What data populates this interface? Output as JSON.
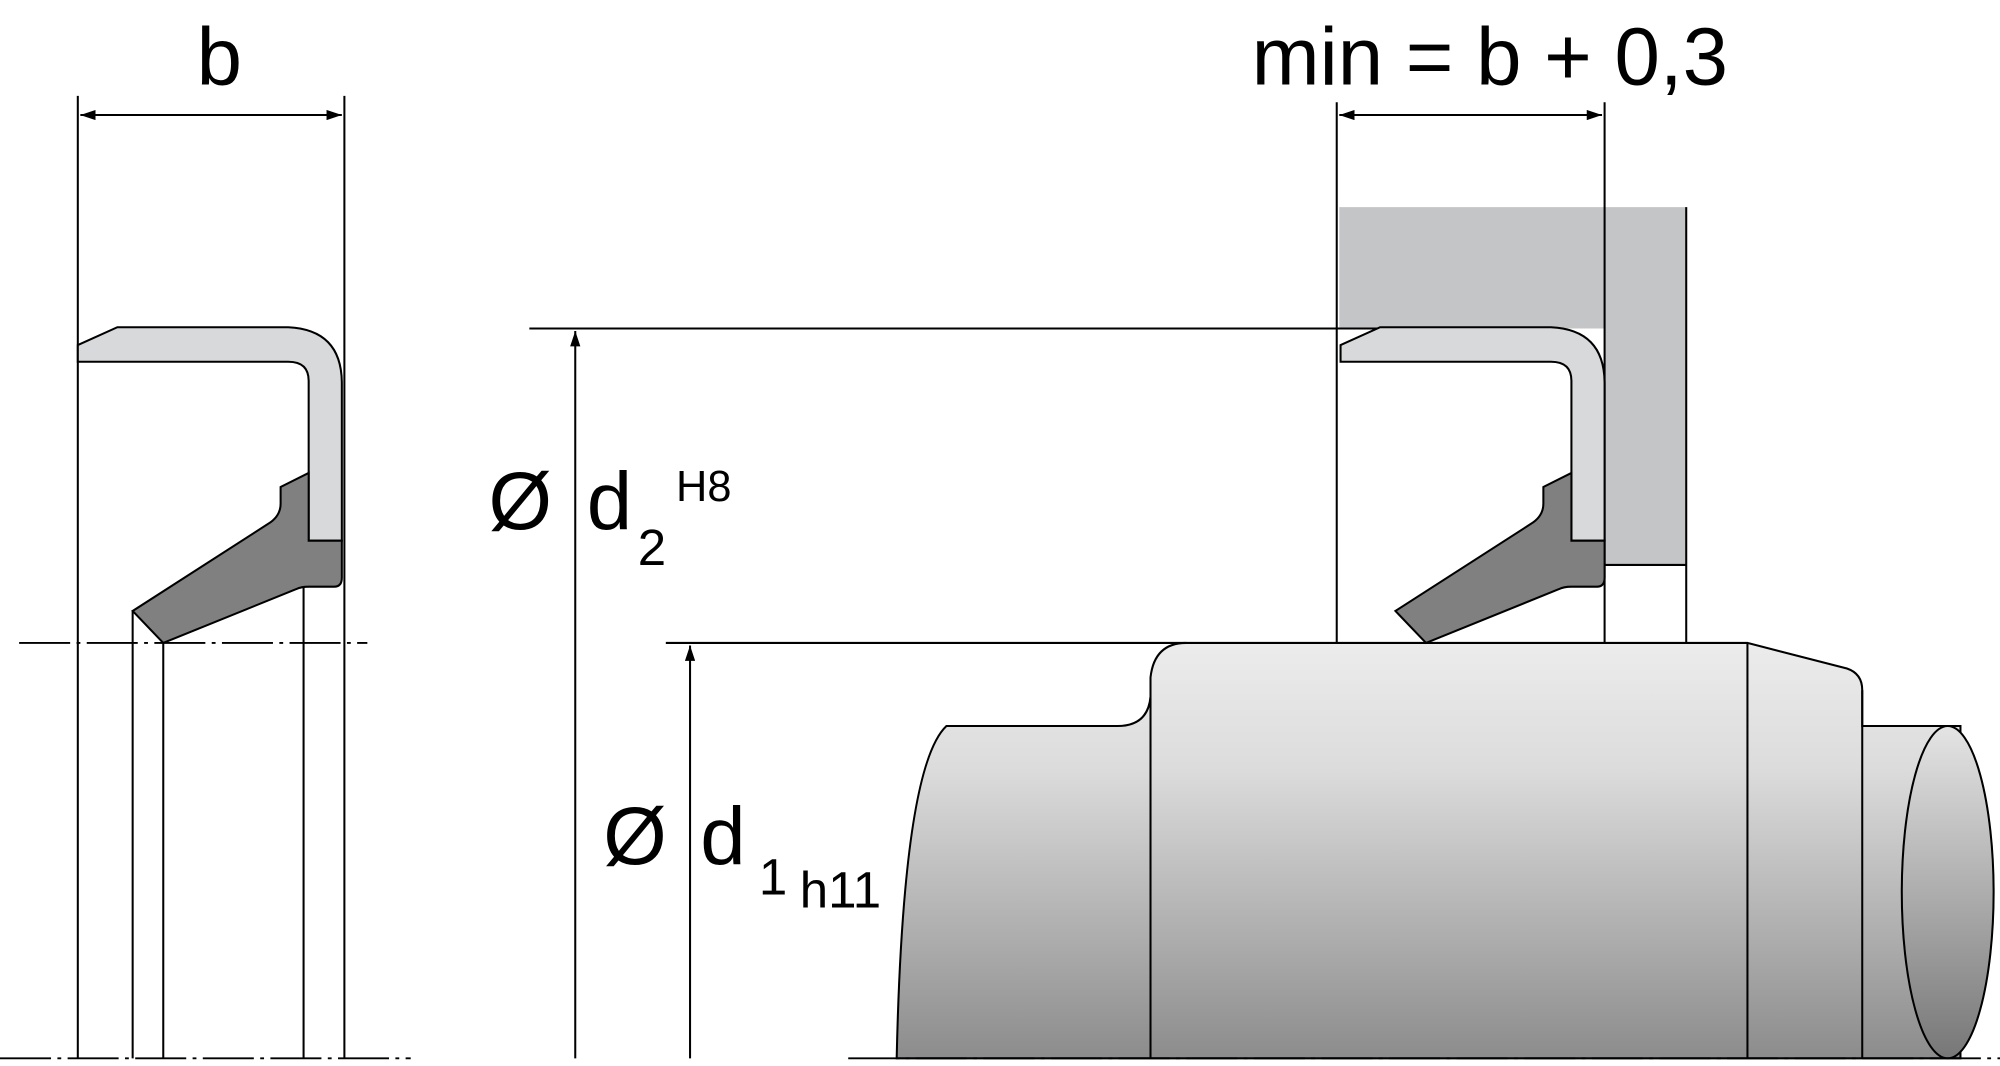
{
  "labels": {
    "seal_width": "b",
    "groove_width": "min = b + 0,3",
    "diameter_symbol": "Ø",
    "bore_diameter": "d",
    "bore_subscript": "2",
    "bore_tolerance": "H8",
    "shaft_diameter": "d",
    "shaft_subscript": "1",
    "shaft_tolerance": "h11"
  },
  "colors": {
    "case": "#d8d9da",
    "rubber": "#808080",
    "housing": "#c4c5c7",
    "shaft_light": "#ececec",
    "shaft_dark": "#8c8c8c"
  }
}
